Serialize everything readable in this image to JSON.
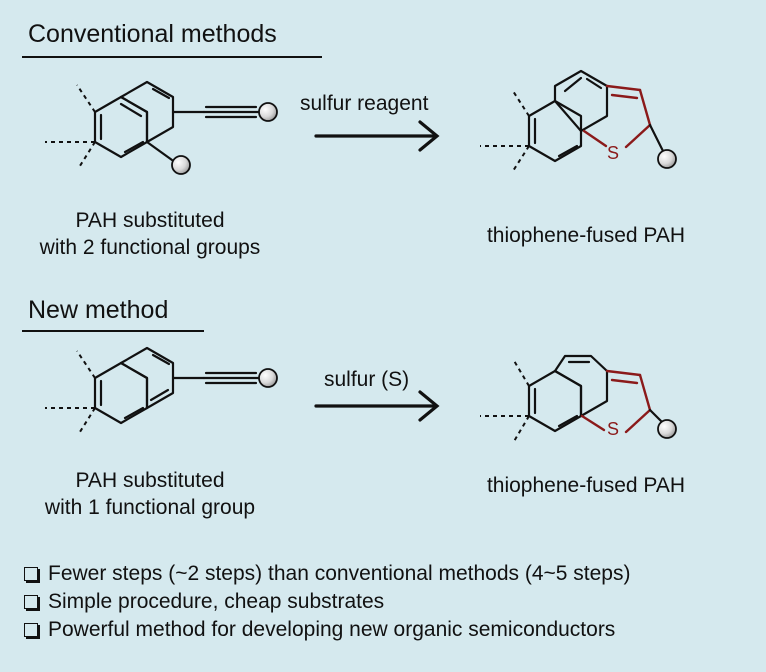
{
  "sections": [
    {
      "title": "Conventional methods",
      "reagent": "sulfur reagent",
      "start_caption": [
        "PAH substituted",
        "with 2 functional groups"
      ],
      "product_caption": "thiophene-fused PAH",
      "sulfur_label": "S"
    },
    {
      "title": "New method",
      "reagent": "sulfur (S)",
      "start_caption": [
        "PAH substituted",
        "with 1 functional group"
      ],
      "product_caption": "thiophene-fused PAH",
      "sulfur_label": "S"
    }
  ],
  "bullets": [
    "Fewer steps (~2 steps) than conventional methods (4~5 steps)",
    "Simple procedure, cheap substrates",
    "Powerful method for developing new organic semiconductors"
  ],
  "colors": {
    "background": "#d5e9ee",
    "thiophene": "#8b1a1a",
    "ink": "#111111"
  }
}
